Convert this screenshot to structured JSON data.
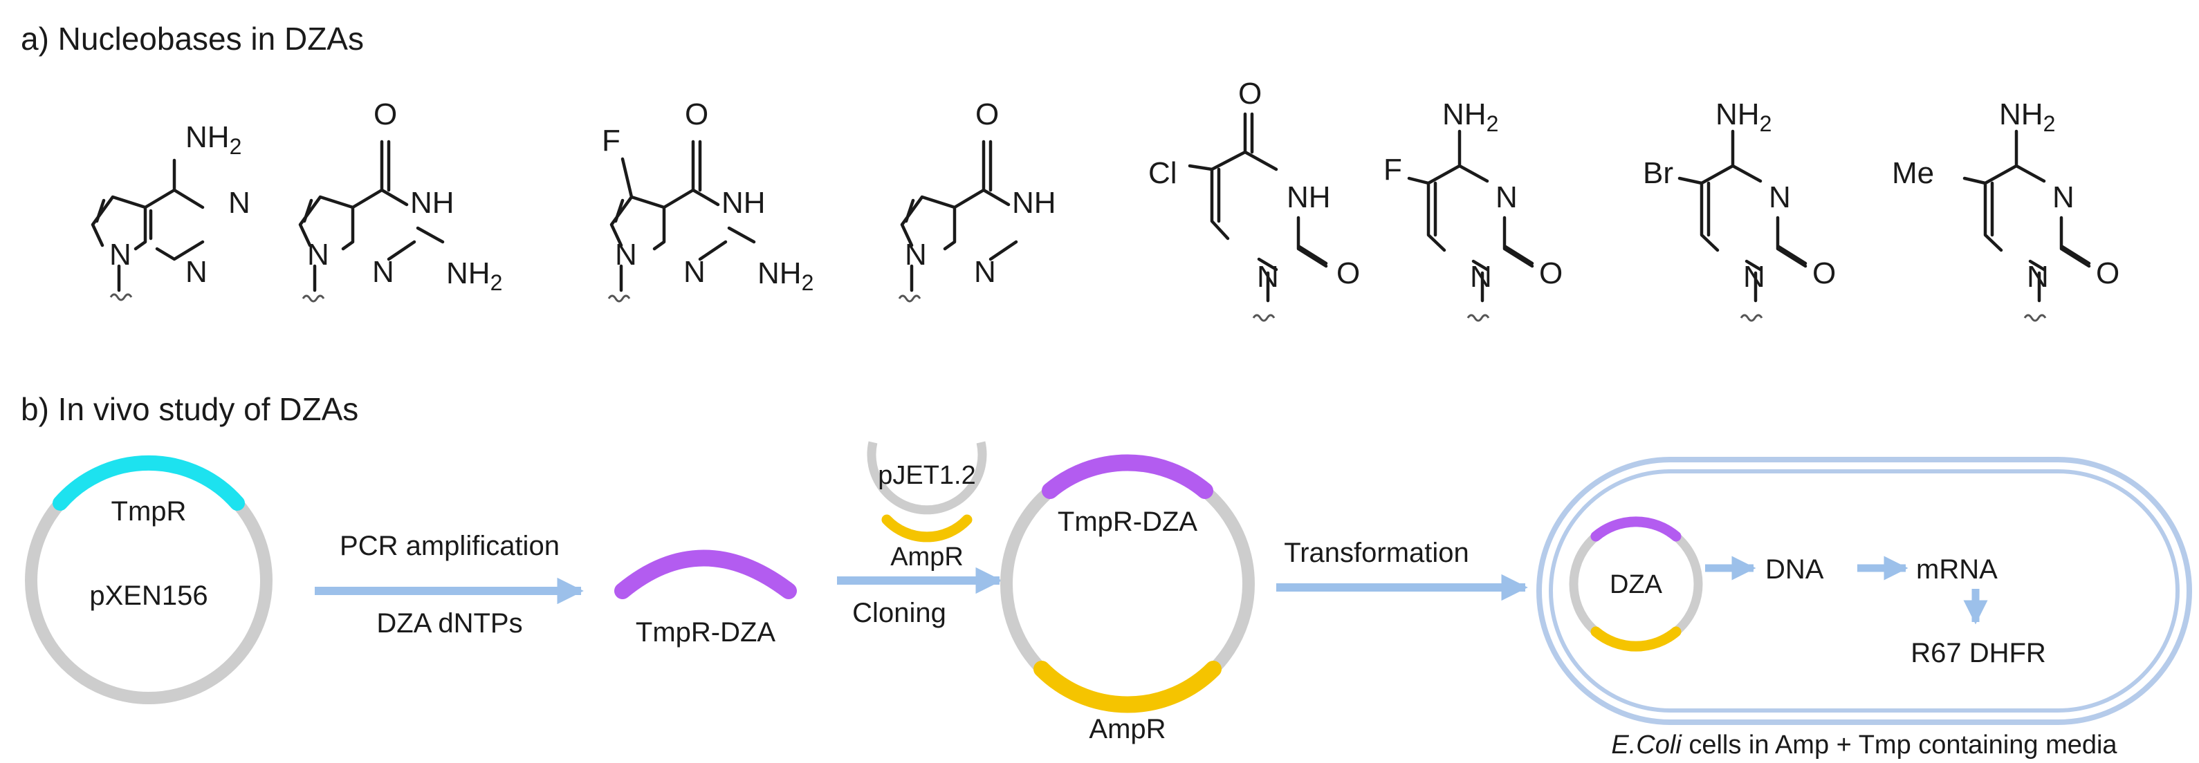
{
  "panel_a": {
    "title": "a) Nucleobases in DZAs",
    "molecules": [
      {
        "name": "7-deaza-adenine",
        "labels": [
          "NH2",
          "N",
          "N",
          "N"
        ]
      },
      {
        "name": "7-deaza-guanine",
        "labels": [
          "O",
          "NH",
          "N",
          "N",
          "NH2"
        ]
      },
      {
        "name": "7-fluoro-7-deaza-guanine",
        "labels": [
          "F",
          "O",
          "NH",
          "N",
          "N",
          "NH2"
        ]
      },
      {
        "name": "7-deaza-hypoxanthine",
        "labels": [
          "O",
          "NH",
          "N",
          "N"
        ]
      },
      {
        "name": "5-chloro-uracil",
        "labels": [
          "Cl",
          "O",
          "NH",
          "N",
          "O"
        ]
      },
      {
        "name": "5-fluoro-cytosine",
        "labels": [
          "F",
          "NH2",
          "N",
          "N",
          "O"
        ]
      },
      {
        "name": "5-bromo-cytosine",
        "labels": [
          "Br",
          "NH2",
          "N",
          "N",
          "O"
        ]
      },
      {
        "name": "5-methyl-cytosine",
        "labels": [
          "Me",
          "NH2",
          "N",
          "N",
          "O"
        ]
      }
    ]
  },
  "panel_b": {
    "title": "b) In vivo study of DZAs",
    "plasmid1": {
      "label": "pXEN156",
      "gene": "TmpR"
    },
    "step1": {
      "top": "PCR amplification",
      "bottom": "DZA dNTPs"
    },
    "fragment": {
      "label": "TmpR-DZA"
    },
    "vector": {
      "label": "pJET1.2",
      "gene": "AmpR"
    },
    "step2": {
      "bottom": "Cloning"
    },
    "plasmid2": {
      "top_gene": "TmpR-DZA",
      "bottom_gene": "AmpR"
    },
    "step3": {
      "top": "Transformation"
    },
    "cell": {
      "plasmid_label": "DZA",
      "dna": "DNA",
      "mrna": "mRNA",
      "protein": "R67 DHFR",
      "caption_italic": "E.Coli",
      "caption_rest": " cells in Amp + Tmp containing media"
    }
  },
  "colors": {
    "tmpr_cyan": "#1de2ef",
    "dza_purple": "#b35cf0",
    "ampr_yellow": "#f5c400",
    "plasmid_grey": "#cdcdcd",
    "arrow_blue": "#9cc0ea",
    "cell_blue": "#b5cbea"
  }
}
